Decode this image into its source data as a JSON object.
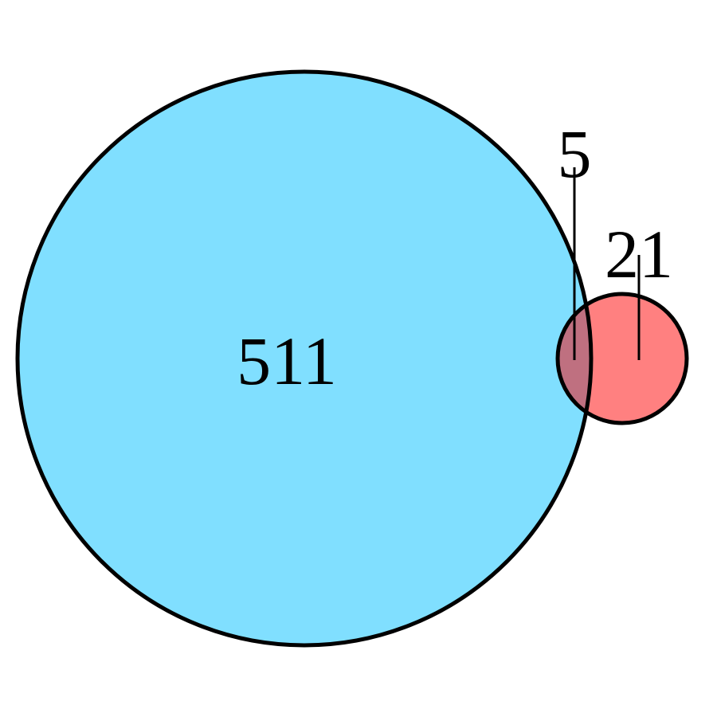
{
  "venn": {
    "sets": [
      {
        "id": "A",
        "fill": "#80dfff"
      },
      {
        "id": "B",
        "fill": "#ff8080"
      }
    ],
    "intersection_fill": "#bf7080",
    "regions": {
      "a_only": "511",
      "a_and_b": "5",
      "b_only": "21"
    }
  }
}
